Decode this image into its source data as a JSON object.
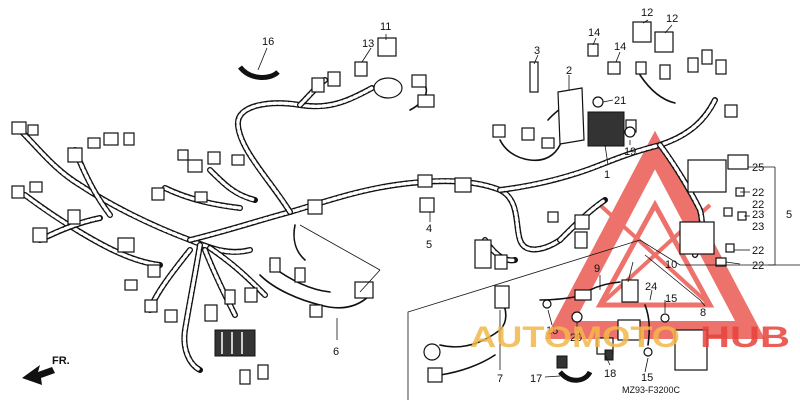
{
  "callouts": {
    "c2": "2",
    "c3": "3",
    "c4": "4",
    "c5a": "5",
    "c5b": "5",
    "c6": "6",
    "c7": "7",
    "c8": "8",
    "c9": "9",
    "c10": "10",
    "c11": "11",
    "c12a": "12",
    "c12b": "12",
    "c13": "13",
    "c14a": "14",
    "c14b": "14",
    "c15a": "15",
    "c15b": "15",
    "c15c": "15",
    "c16": "16",
    "c17": "17",
    "c18": "18",
    "c19": "19",
    "c20": "20",
    "c21": "21",
    "c22a": "22",
    "c22b": "22",
    "c22c": "22",
    "c22d": "22",
    "c23a": "23",
    "c23b": "23",
    "c24": "24",
    "c25": "25",
    "c1": "1"
  },
  "direction": {
    "label": "FR."
  },
  "drawing_code": "MZ93-F3200C",
  "watermark": {
    "left": "AUTOMOTO",
    "right": "HUB",
    "color": "#e8433c",
    "accent_color": "#f2b84b"
  }
}
